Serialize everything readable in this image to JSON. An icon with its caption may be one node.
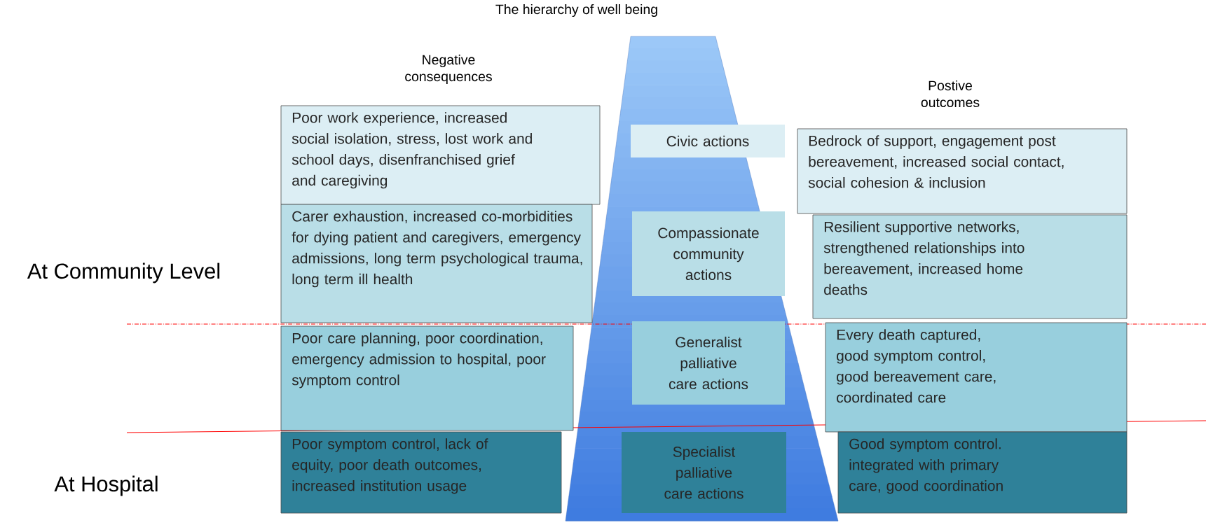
{
  "diagram": {
    "title": "The hierarchy of well being",
    "nodes": [
      {
        "text": [
          "Poor work experience, increased social isolation, stress, lost work and school days, disenfranchised grief and caregiving"
        ]
      },
      {
        "text": [
          "Carer exhaustion, increased co-morbidities for dying patient and caregivers, emergency admissions, long term psychological trauma, long term ill health"
        ]
      },
      {
        "text": [
          "Poor care planning, poor coordination, emergency admission to hospital, poor symptom control"
        ]
      },
      {
        "text": [
          "Poor symptom control, lack of equity, poor death outcomes, increased institution usage"
        ]
      },
      {
        "text": [
          "Civic actions"
        ]
      },
      {
        "text": [
          "Compassionate community actions"
        ]
      },
      {
        "text": [
          "Generalist palliative care actions"
        ]
      },
      {
        "text": [
          "Specialist palliative care actions"
        ]
      },
      {
        "text": [
          "Bedrock of support, engagement post bereavement, increased social contact, social cohesion & inclusion"
        ]
      },
      {
        "text": [
          "Resilient supportive networks, strengthened relationships into bereavement, increased home deaths"
        ]
      },
      {
        "text": [
          "Every death captured, good symptom control, good bereavement care, coordinated care"
        ]
      },
      {
        "text": [
          "Good symptom control. integrated with primary care, good coordination"
        ]
      }
    ],
    "labels": [
      "Negative consequences",
      "Postive outcomes",
      "At Community Level",
      "At Hospital"
    ]
  }
}
